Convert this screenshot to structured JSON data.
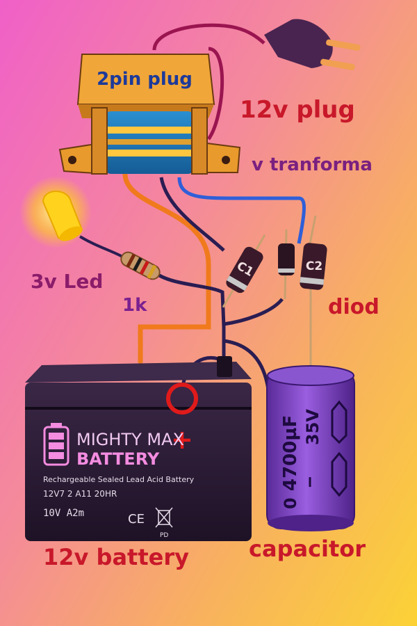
{
  "labels": {
    "transformer_top": "2pin plug",
    "plug": "12v plug",
    "transformer": "v tranforma",
    "led": "3v Led",
    "resistor": "1k",
    "diode": "diod",
    "battery": "12v battery",
    "capacitor": "capacitor"
  },
  "diodes": {
    "d1": "C1",
    "d2": "C2"
  },
  "battery": {
    "brand_line1": "MIGHTY MAX",
    "brand_line2": "BATTERY",
    "spec_line1": "Rechargeable Sealed Lead Acid Battery",
    "spec_line2": "12V7 2 A11 20HR",
    "spec_line3": "10V  A2m",
    "ce_mark": "CE",
    "pd_mark": "PD",
    "plus_sign": "+"
  },
  "capacitor": {
    "value": "4700µF",
    "voltage": "35V",
    "prefix": "0"
  },
  "colors": {
    "wire_orange": "#f07a1c",
    "wire_navy": "#2a1d52",
    "wire_blue": "#2f5fd8",
    "wire_maroon": "#9a1550",
    "battery_body": "#2a1b34",
    "capacitor_body": "#7a3fc0",
    "transformer_core": "#e89a2c",
    "coil": "#1c7ab8",
    "led": "#ffd21e",
    "plug": "#4a2450",
    "plus_red": "#e01a1a"
  }
}
